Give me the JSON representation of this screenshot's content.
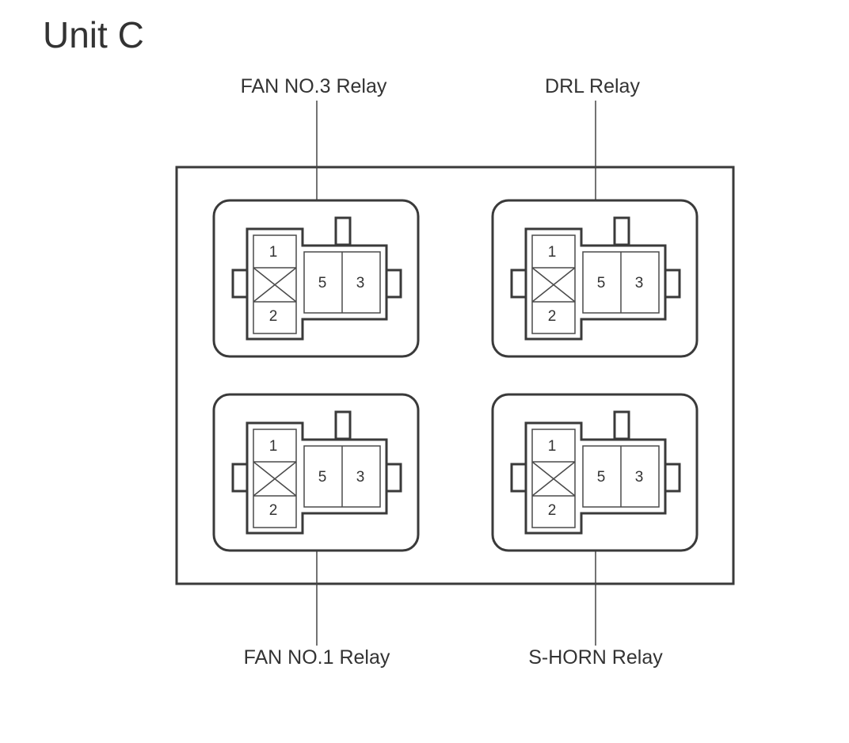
{
  "diagram": {
    "title": "Unit C",
    "relays": [
      {
        "id": "fan3",
        "label": "FAN NO.3 Relay",
        "pins": {
          "top_left": "1",
          "bottom_left": "2",
          "center": "5",
          "right": "3"
        }
      },
      {
        "id": "drl",
        "label": "DRL Relay",
        "pins": {
          "top_left": "1",
          "bottom_left": "2",
          "center": "5",
          "right": "3"
        }
      },
      {
        "id": "fan1",
        "label": "FAN NO.1 Relay",
        "pins": {
          "top_left": "1",
          "bottom_left": "2",
          "center": "5",
          "right": "3"
        }
      },
      {
        "id": "shorn",
        "label": "S-HORN Relay",
        "pins": {
          "top_left": "1",
          "bottom_left": "2",
          "center": "5",
          "right": "3"
        }
      }
    ]
  }
}
